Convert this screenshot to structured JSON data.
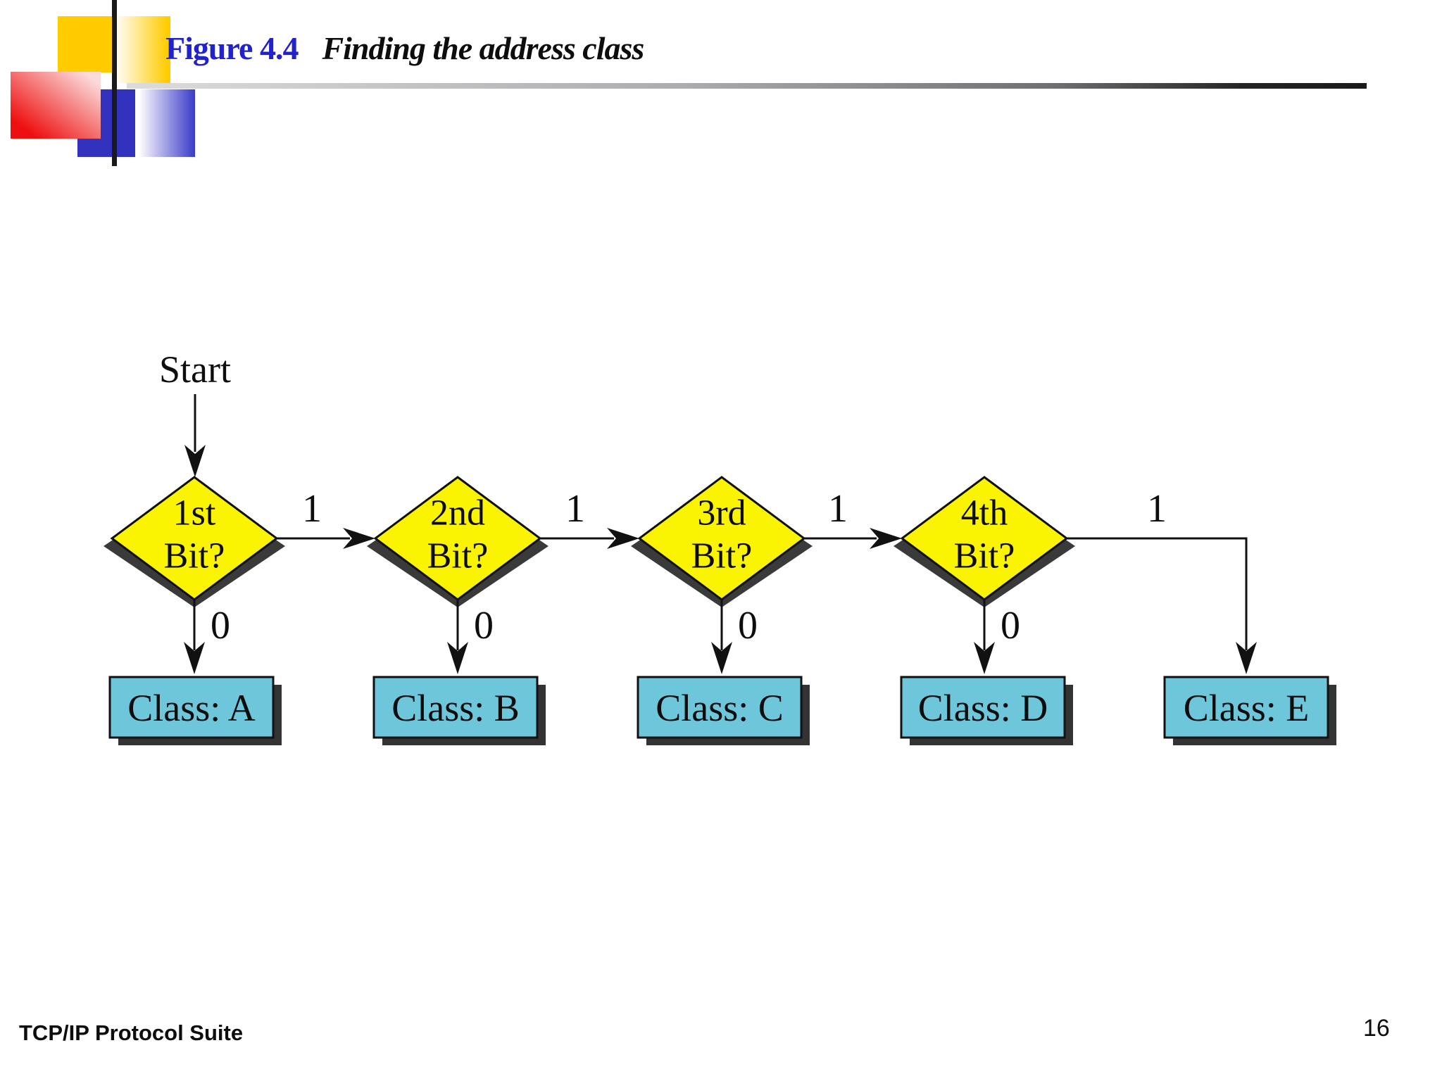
{
  "header": {
    "figure_label": "Figure 4.4",
    "figure_title": "Finding the address class"
  },
  "flowchart": {
    "start_label": "Start",
    "decisions": [
      {
        "line1": "1st",
        "line2": "Bit?",
        "branch_one": "1",
        "branch_zero": "0"
      },
      {
        "line1": "2nd",
        "line2": "Bit?",
        "branch_one": "1",
        "branch_zero": "0"
      },
      {
        "line1": "3rd",
        "line2": "Bit?",
        "branch_one": "1",
        "branch_zero": "0"
      },
      {
        "line1": "4th",
        "line2": "Bit?",
        "branch_one": "1",
        "branch_zero": "0"
      }
    ],
    "results": [
      {
        "label": "Class: A"
      },
      {
        "label": "Class: B"
      },
      {
        "label": "Class: C"
      },
      {
        "label": "Class: D"
      },
      {
        "label": "Class: E"
      }
    ]
  },
  "footer": {
    "book_title": "TCP/IP Protocol Suite",
    "page_number": "16"
  },
  "colors": {
    "accent_blue": "#2222CC",
    "diamond_fill": "#FAF402",
    "result_fill": "#6EC6DB",
    "shadow": "#3A3A3A",
    "logo_yellow": "#FFCC00",
    "logo_blue": "#3232BE",
    "logo_red": "#EE1010"
  }
}
